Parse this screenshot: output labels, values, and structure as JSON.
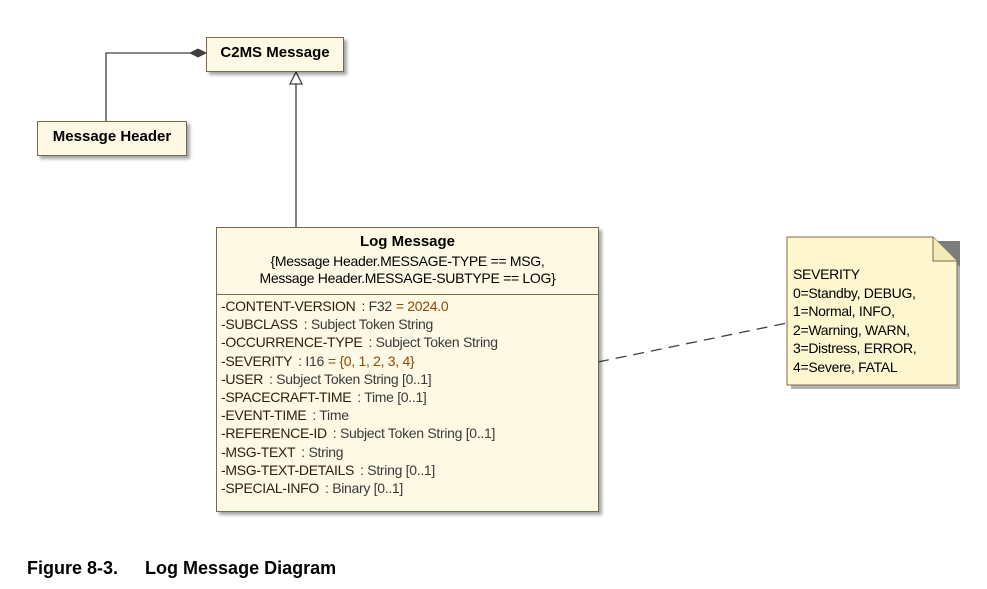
{
  "classes": {
    "c2ms_message": {
      "name": "C2MS Message"
    },
    "message_header": {
      "name": "Message Header"
    },
    "log_message": {
      "name": "Log Message",
      "constraint_line1": "{Message Header.MESSAGE-TYPE == MSG,",
      "constraint_line2": "Message Header.MESSAGE-SUBTYPE == LOG}",
      "attributes": [
        {
          "name": "-CONTENT-VERSION",
          "type": ": F32",
          "default": "= 2024.0"
        },
        {
          "name": "-SUBCLASS",
          "type": ": Subject Token String",
          "default": ""
        },
        {
          "name": "-OCCURRENCE-TYPE",
          "type": ": Subject Token String",
          "default": ""
        },
        {
          "name": "-SEVERITY",
          "type": ": I16",
          "default": "= {0, 1, 2, 3, 4}"
        },
        {
          "name": "-USER",
          "type": ": Subject Token String [0..1]",
          "default": ""
        },
        {
          "name": "-SPACECRAFT-TIME",
          "type": ": Time [0..1]",
          "default": ""
        },
        {
          "name": "-EVENT-TIME",
          "type": ": Time",
          "default": ""
        },
        {
          "name": "-REFERENCE-ID",
          "type": ": Subject Token String [0..1]",
          "default": ""
        },
        {
          "name": "-MSG-TEXT",
          "type": ": String",
          "default": ""
        },
        {
          "name": "-MSG-TEXT-DETAILS",
          "type": ": String [0..1]",
          "default": ""
        },
        {
          "name": "-SPECIAL-INFO",
          "type": ": Binary [0..1]",
          "default": ""
        }
      ]
    }
  },
  "note": {
    "lines": [
      "SEVERITY",
      "0=Standby, DEBUG,",
      "1=Normal, INFO,",
      "2=Warning, WARN,",
      "3=Distress, ERROR,",
      "4=Severe, FATAL"
    ]
  },
  "caption": {
    "number": "Figure 8-3.",
    "title": "Log Message Diagram"
  }
}
